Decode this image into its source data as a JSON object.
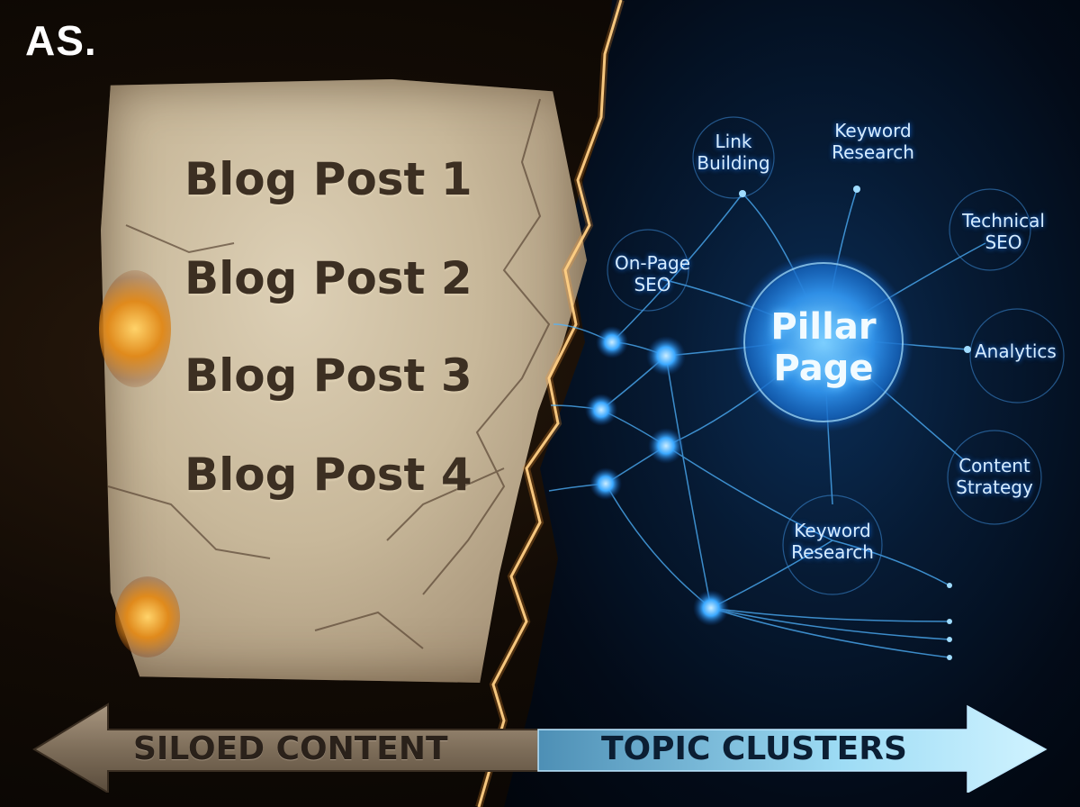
{
  "logo": "AS.",
  "left_panel": {
    "posts": [
      "Blog Post 1",
      "Blog Post 2",
      "Blog Post 3",
      "Blog Post 4"
    ]
  },
  "right_panel": {
    "pillar": "Pillar Page",
    "nodes": {
      "link_building": "Link Building",
      "keyword_research_top": "Keyword Research",
      "technical_seo": "Technical SEO",
      "on_page_seo": "On-Page SEO",
      "analytics": "Analytics",
      "content_strategy": "Content Strategy",
      "keyword_research_bottom": "Keyword Research"
    }
  },
  "arrow": {
    "left_label": "SILOED CONTENT",
    "right_label": "TOPIC CLUSTERS"
  },
  "colors": {
    "stone": "#c8b89a",
    "ember": "#e08a1c",
    "glow": "#3aa8ff",
    "arrow_left": "#8a7a66",
    "arrow_right": "#8fd6f2"
  }
}
